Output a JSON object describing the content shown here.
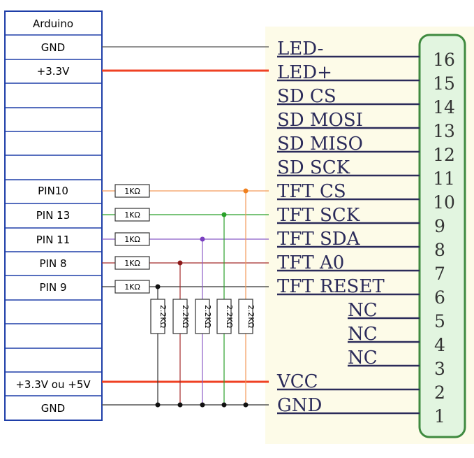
{
  "arduino": {
    "pins": [
      "Arduino",
      "GND",
      "+3.3V",
      "",
      "",
      "",
      "",
      "PIN10",
      "PIN 13",
      "PIN 11",
      "PIN 8",
      "PIN 9",
      "",
      "",
      "",
      "+3.3V ou +5V",
      "GND"
    ]
  },
  "resistors": {
    "series_label": "1KΩ",
    "pulldown_label": "2.2KΩ"
  },
  "tft": {
    "pin_labels": [
      "LED-",
      "LED+",
      "SD CS",
      "SD MOSI",
      "SD MISO",
      "SD SCK",
      "TFT CS",
      "TFT SCK",
      "TFT SDA",
      "TFT A0",
      "TFT RESET",
      "NC",
      "NC",
      "NC",
      "VCC",
      "GND"
    ],
    "pin_numbers": [
      "16",
      "15",
      "14",
      "13",
      "12",
      "11",
      "10",
      "9",
      "8",
      "7",
      "6",
      "5",
      "4",
      "3",
      "2",
      "1"
    ]
  },
  "colors": {
    "arduino_border": "#1e3ea8",
    "lcd_background": "#fdfbe8",
    "connector_fill": "#e2f5e0",
    "connector_border": "#3f8a3f",
    "gnd_wire": "#555555",
    "power_wire": "#ef4123",
    "cs_wire": "#f39a5a",
    "sck_wire": "#2aa12a",
    "sda_wire": "#8b5cc6",
    "a0_wire": "#a52a2a",
    "reset_wire": "#333333",
    "lcd_text": "#2b2b5a"
  }
}
